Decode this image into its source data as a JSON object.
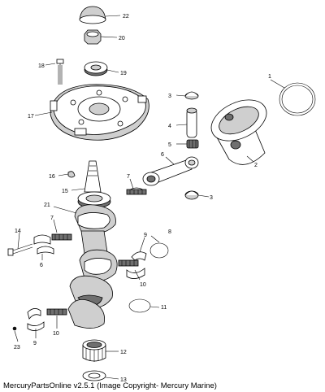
{
  "callouts": {
    "c1": "1",
    "c2": "2",
    "c3a": "3",
    "c3b": "3",
    "c4": "4",
    "c5": "5",
    "c6a": "6",
    "c6b": "6",
    "c7a": "7",
    "c7b": "7",
    "c8": "8",
    "c9a": "9",
    "c9b": "9",
    "c10a": "10",
    "c10b": "10",
    "c11": "11",
    "c12": "12",
    "c13": "13",
    "c14": "14",
    "c15": "15",
    "c16": "16",
    "c17": "17",
    "c18": "18",
    "c19": "19",
    "c20": "20",
    "c21": "21",
    "c22": "22",
    "c23": "23"
  },
  "caption": "MercuryPartsOnline v2.5.1 (Image Copyright- Mercury Marine)"
}
